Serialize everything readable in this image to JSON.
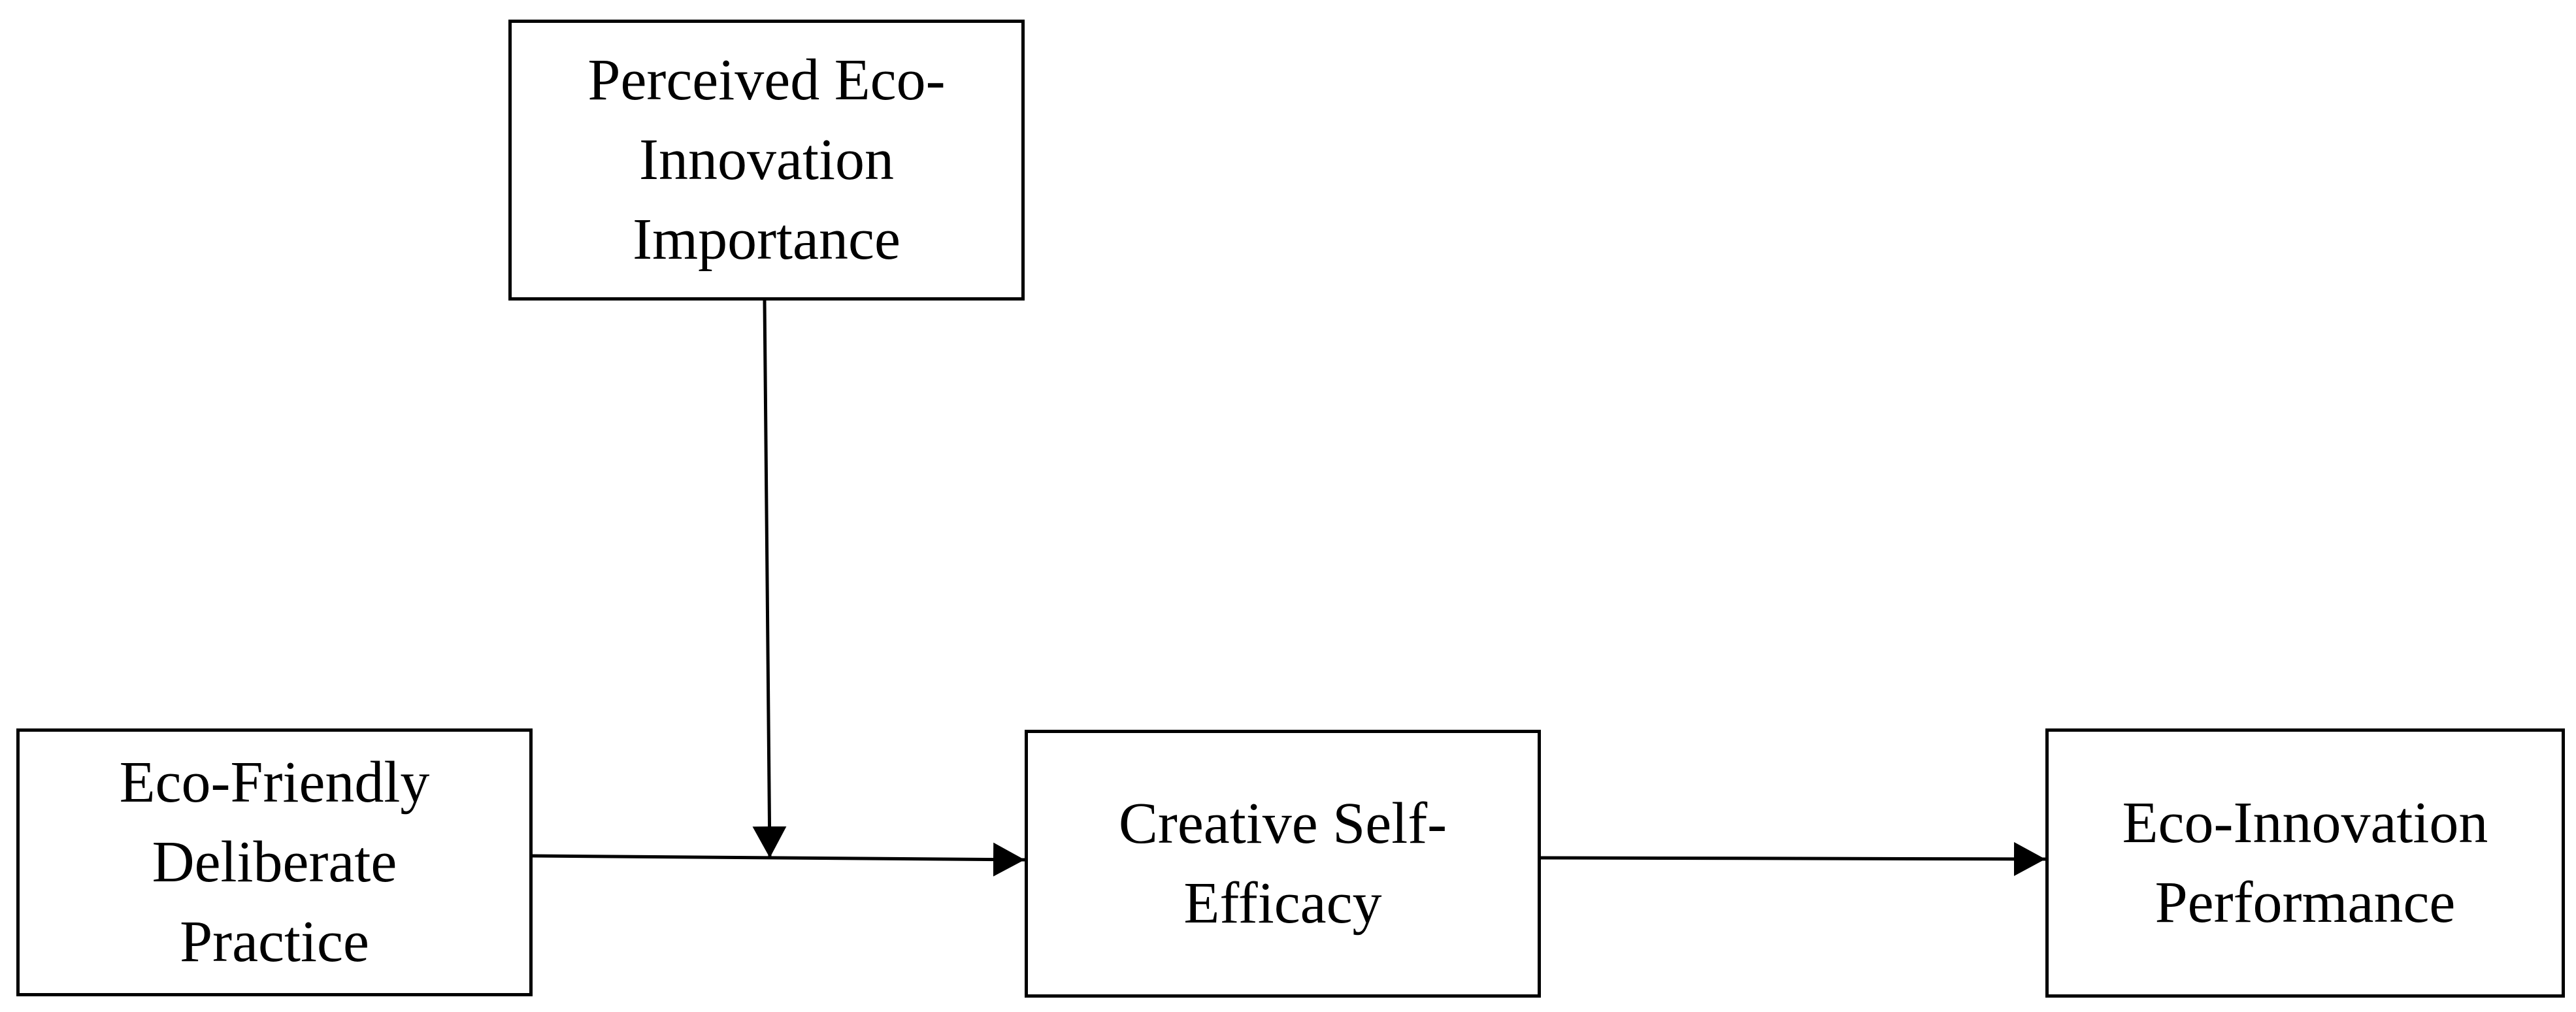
{
  "diagram": {
    "nodes": {
      "moderator": {
        "label": "Perceived Eco-Innovation Importance"
      },
      "predictor": {
        "label": "Eco-Friendly Deliberate Practice"
      },
      "mediator": {
        "label": "Creative Self-Efficacy"
      },
      "outcome": {
        "label": "Eco-Innovation Performance"
      }
    },
    "edges": [
      {
        "from": "predictor",
        "to": "mediator"
      },
      {
        "from": "mediator",
        "to": "outcome"
      },
      {
        "from": "moderator",
        "to": "predictor-mediator-path"
      }
    ],
    "colors": {
      "stroke": "#000000",
      "background": "#ffffff"
    }
  }
}
